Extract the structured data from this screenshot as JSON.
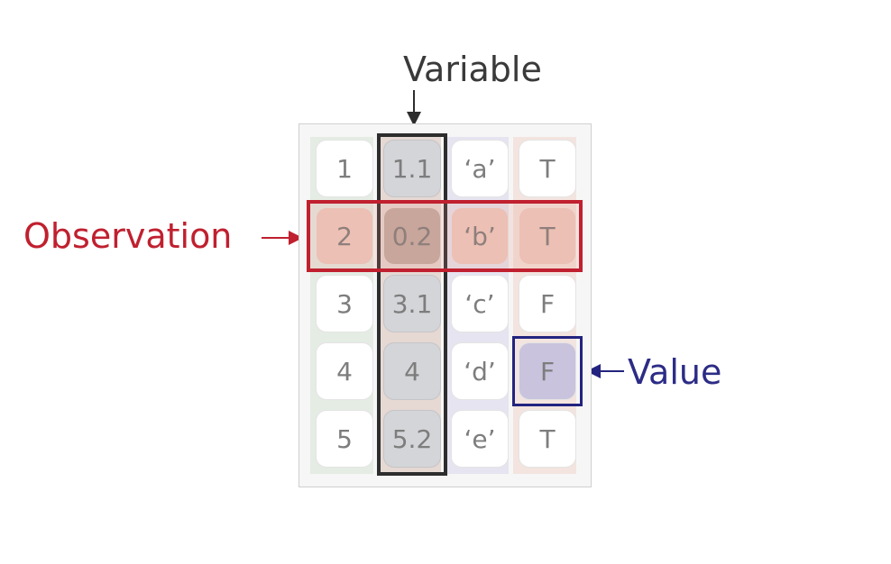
{
  "labels": {
    "variable": "Variable",
    "observation": "Observation",
    "value": "Value"
  },
  "table": {
    "rows": [
      [
        "1",
        "1.1",
        "‘a’",
        "T"
      ],
      [
        "2",
        "0.2",
        "‘b’",
        "T"
      ],
      [
        "3",
        "3.1",
        "‘c’",
        "F"
      ],
      [
        "4",
        "4",
        "‘d’",
        "F"
      ],
      [
        "5",
        "5.2",
        "‘e’",
        "T"
      ]
    ],
    "highlighted_variable_column": 1,
    "highlighted_observation_row": 1,
    "highlighted_value_cell": [
      3,
      3
    ]
  },
  "colors": {
    "variable": "#2d2d2d",
    "observation": "#c0202f",
    "value": "#23237f",
    "column_tints": [
      "#e4ece4",
      "#e6d8d3",
      "#e6e4f0",
      "#f3e4df"
    ]
  }
}
